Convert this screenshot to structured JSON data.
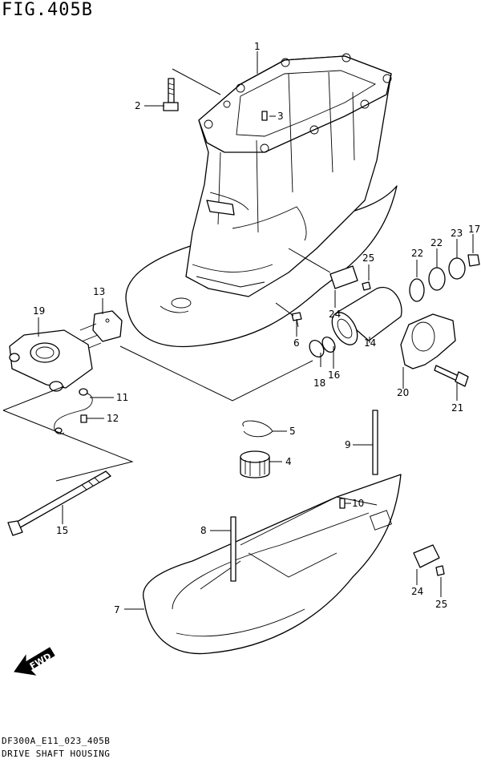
{
  "figure_title": "FIG.405B",
  "footer_code": "DF300A_E11_023_405B",
  "footer_name": "DRIVE SHAFT HOUSING",
  "fwd_label": "FWD",
  "callouts": [
    "1",
    "2",
    "3",
    "4",
    "5",
    "6",
    "7",
    "8",
    "9",
    "10",
    "11",
    "12",
    "13",
    "14",
    "15",
    "16",
    "17",
    "18",
    "19",
    "20",
    "21",
    "22",
    "22",
    "23",
    "24",
    "24",
    "25",
    "25"
  ]
}
